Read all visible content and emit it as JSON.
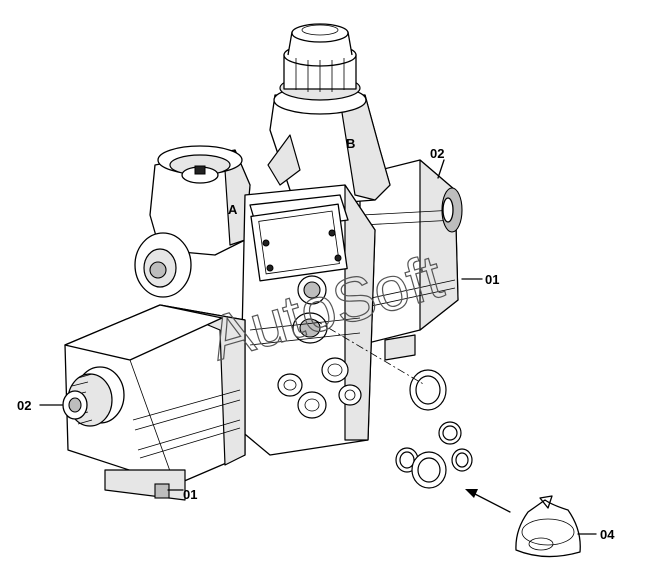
{
  "diagram": {
    "callouts": [
      {
        "id": "c1",
        "label": "02"
      },
      {
        "id": "c2",
        "label": "01"
      },
      {
        "id": "c3",
        "label": "02"
      },
      {
        "id": "c4",
        "label": "01"
      },
      {
        "id": "c5",
        "label": "04"
      }
    ],
    "port_labels": {
      "a": "A",
      "b": "B"
    },
    "watermark": "AutoSoft"
  }
}
